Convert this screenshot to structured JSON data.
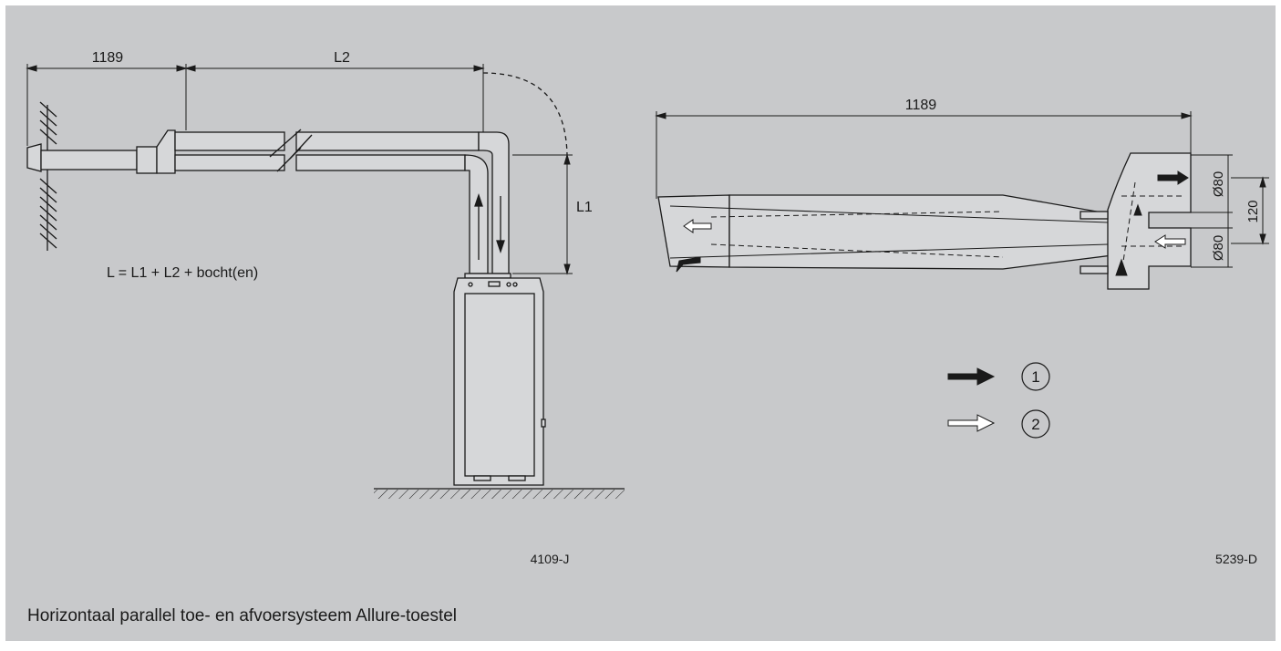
{
  "colors": {
    "background": "#c8c9cb",
    "frame": "#ffffff",
    "line": "#1a1a1a",
    "pipe_fill": "#d6d7d9"
  },
  "left_drawing": {
    "dim_top_left": "1189",
    "dim_top_right": "L2",
    "dim_vertical": "L1",
    "formula": "L = L1 + L2 + bocht(en)",
    "figure_code": "4109-J"
  },
  "right_drawing": {
    "dim_length": "1189",
    "dim_dia_top": "Ø80",
    "dim_dia_bottom": "Ø80",
    "dim_spacing": "120",
    "figure_code": "5239-D"
  },
  "legend": [
    {
      "number": "1",
      "arrow_style": "filled"
    },
    {
      "number": "2",
      "arrow_style": "outline"
    }
  ],
  "caption": "Horizontaal parallel toe- en afvoersysteem Allure-toestel"
}
